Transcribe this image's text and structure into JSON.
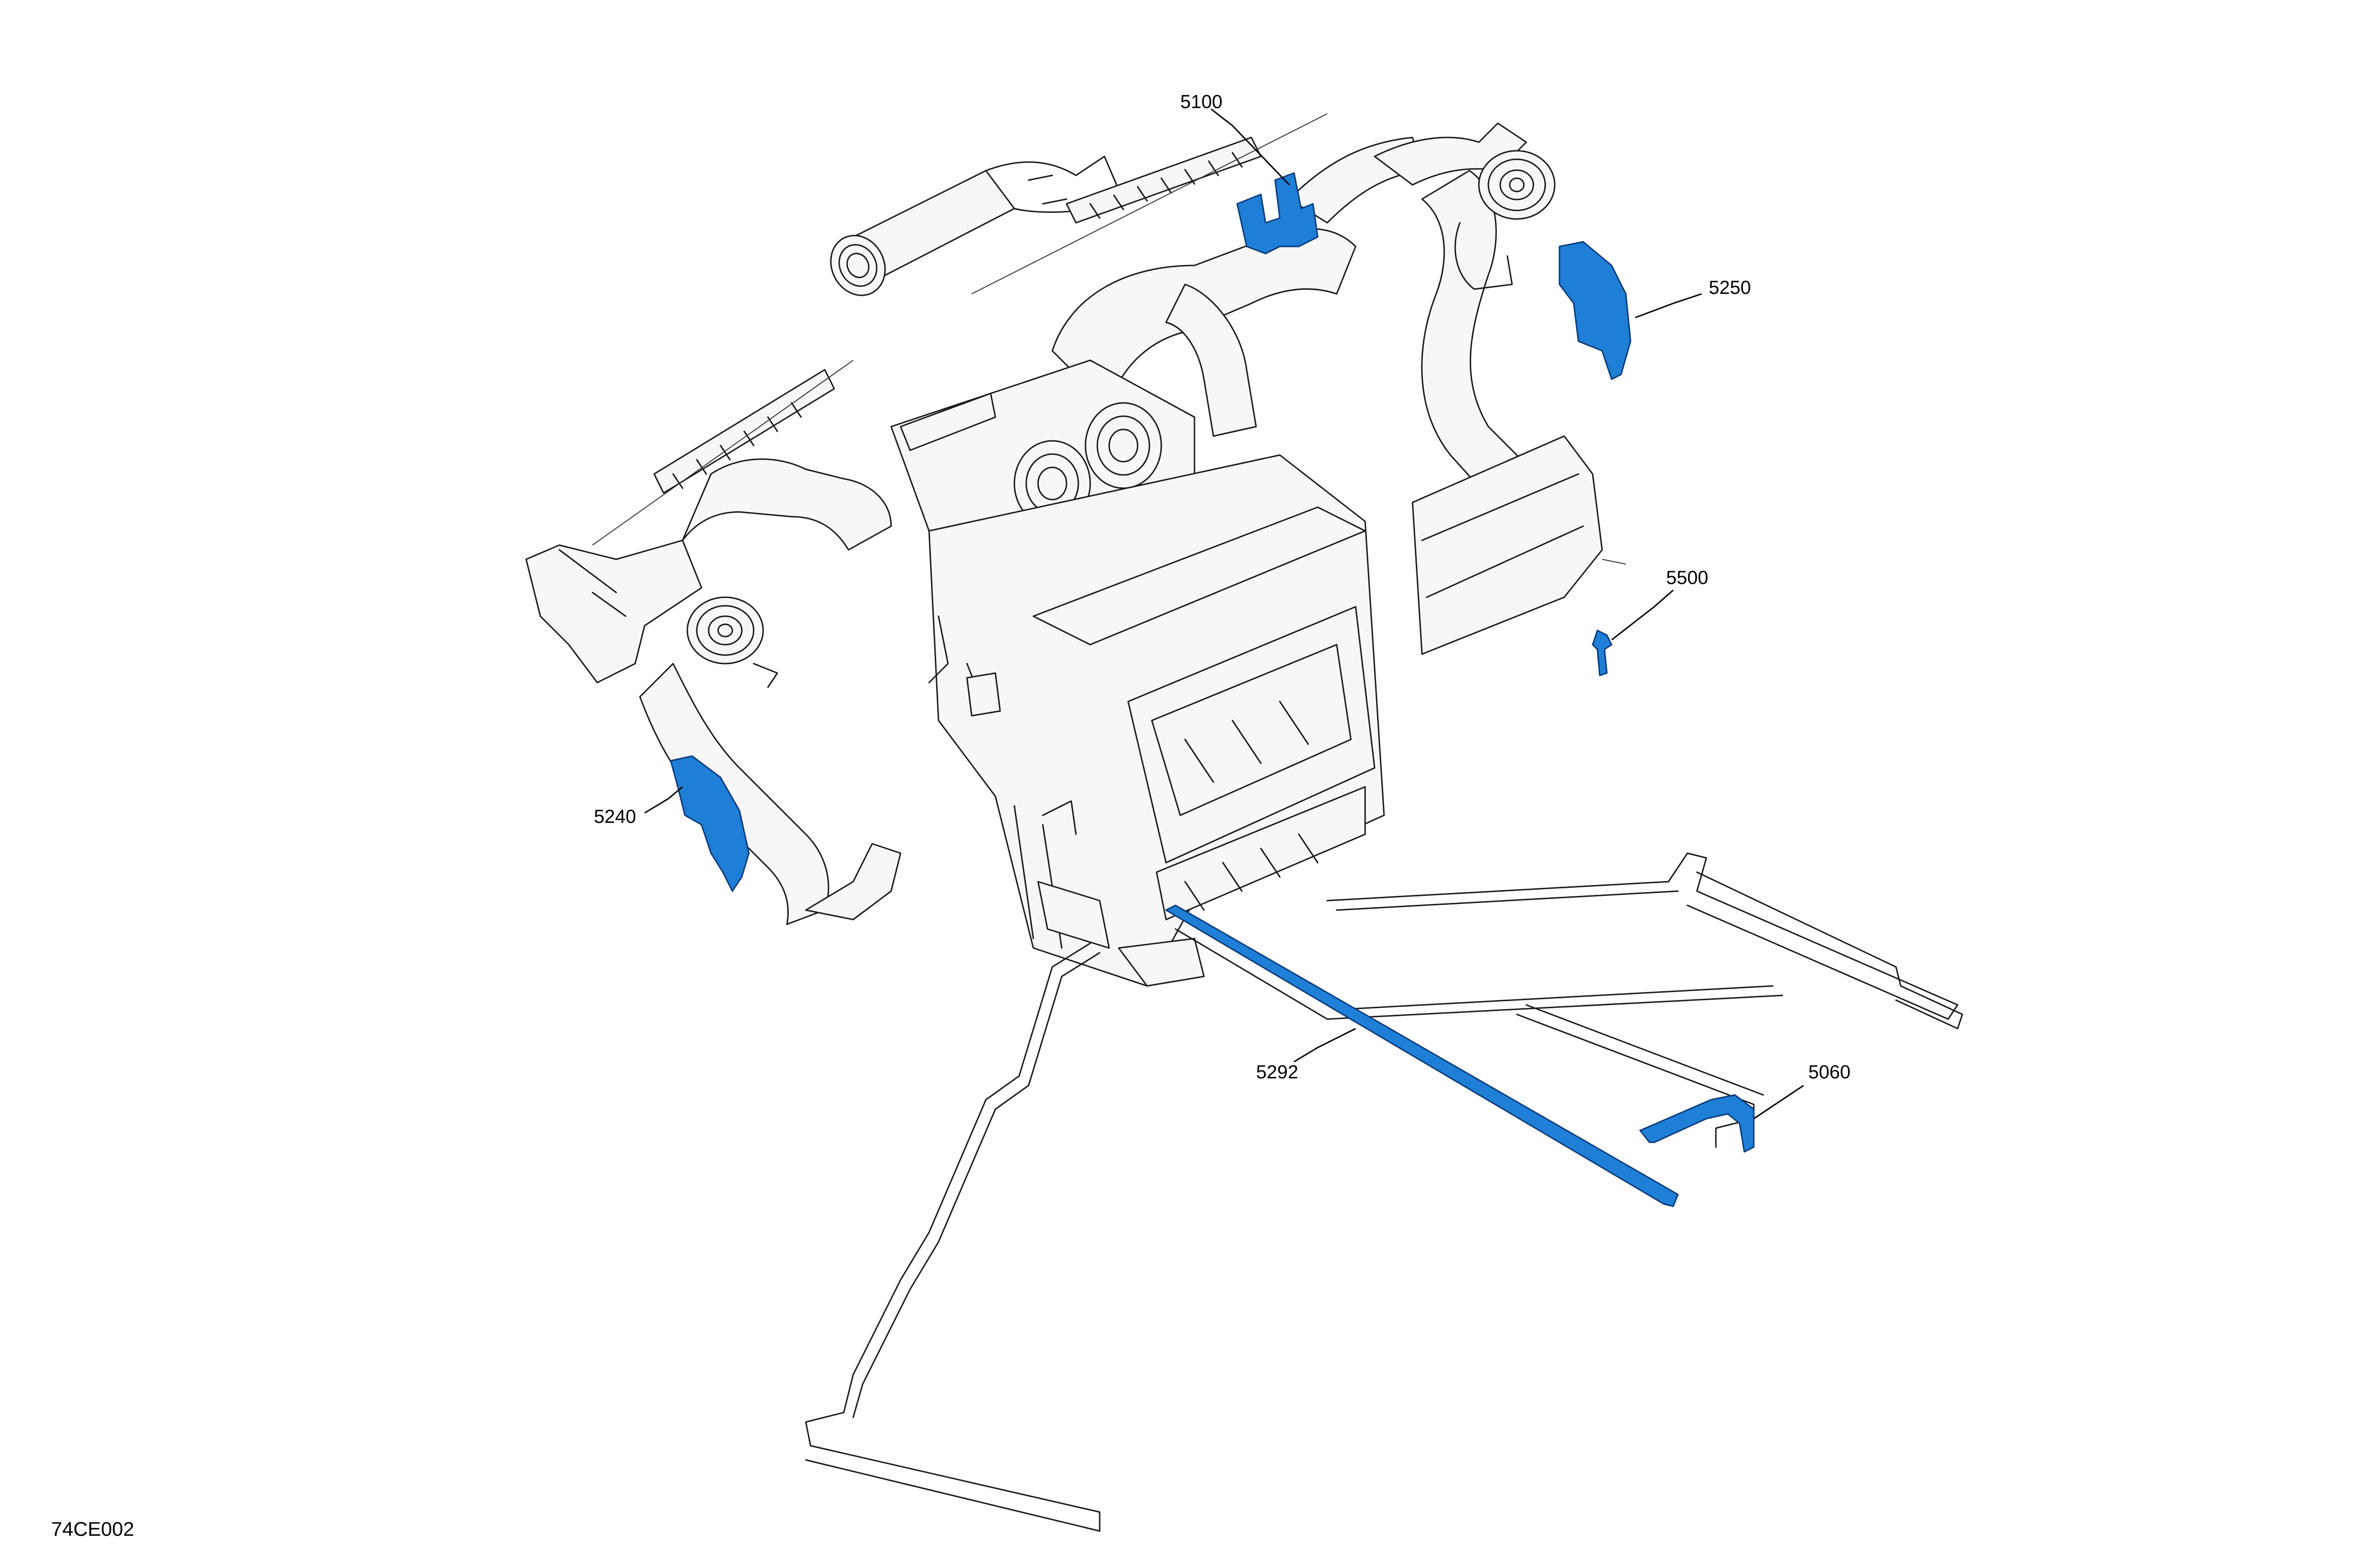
{
  "figure_id": "74CE002",
  "colors": {
    "highlight": "#1f7fd6",
    "highlight_edge": "#0a3a7a",
    "linework": "#1a1a1a",
    "background": "#ffffff"
  },
  "callouts": [
    {
      "id": "c5100",
      "label": "5100"
    },
    {
      "id": "c5250",
      "label": "5250"
    },
    {
      "id": "c5500",
      "label": "5500"
    },
    {
      "id": "c5240",
      "label": "5240"
    },
    {
      "id": "c5292",
      "label": "5292"
    },
    {
      "id": "c5060",
      "label": "5060"
    }
  ]
}
